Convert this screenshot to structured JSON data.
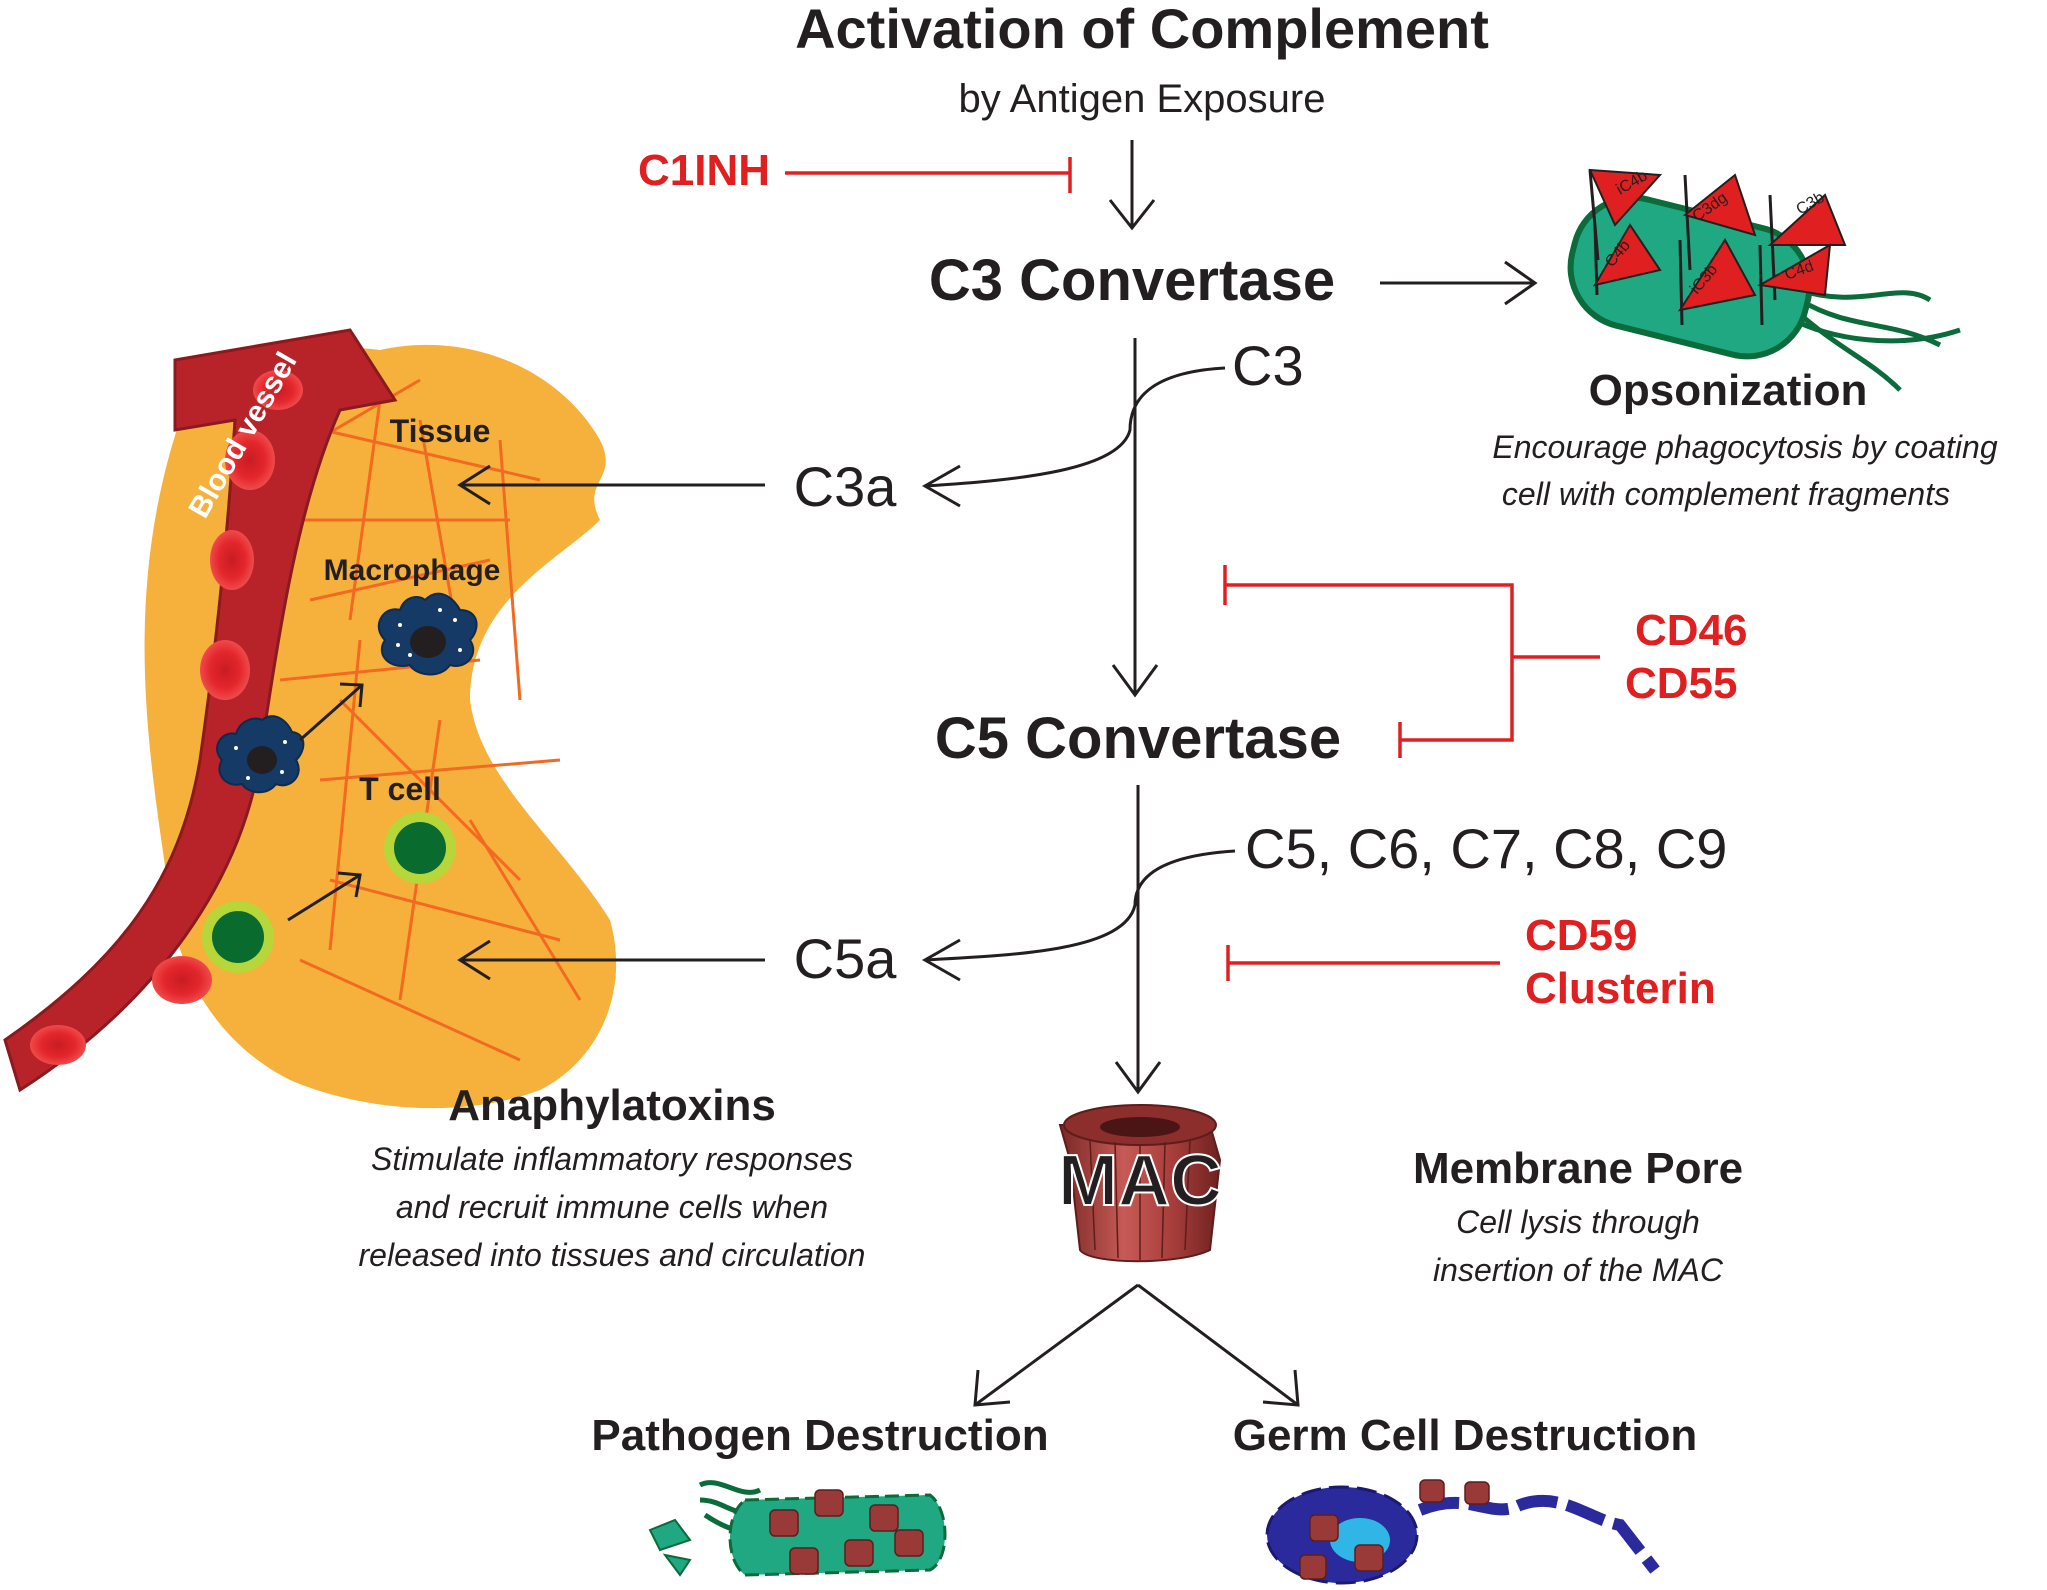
{
  "title": "Activation of Complement",
  "subtitle": "by Antigen Exposure",
  "inhibitors": {
    "c1inh": "C1INH",
    "cd46": "CD46",
    "cd55": "CD55",
    "cd59": "CD59",
    "clusterin": "Clusterin"
  },
  "nodes": {
    "c3_convertase": "C3 Convertase",
    "c5_convertase": "C5 Convertase",
    "c3": "C3",
    "c3a": "C3a",
    "c5_c9": "C5, C6, C7, C8, C9",
    "c5a": "C5a",
    "mac": "MAC"
  },
  "opsonization": {
    "title": "Opsonization",
    "line1": "Encourage phagocytosis by coating",
    "line2": "cell with complement fragments",
    "fragments": [
      "iC4b",
      "C3dg",
      "C3b",
      "C4b",
      "iC3b",
      "C4d"
    ]
  },
  "tissue_panel": {
    "blood_vessel": "Blood vessel",
    "tissue": "Tissue",
    "macrophage": "Macrophage",
    "t_cell": "T cell"
  },
  "anaphylatoxins": {
    "title": "Anaphylatoxins",
    "line1": "Stimulate inflammatory responses",
    "line2": "and recruit immune cells when",
    "line3": "released into tissues and circulation"
  },
  "membrane_pore": {
    "title": "Membrane Pore",
    "line1": "Cell lysis through",
    "line2": "insertion of the MAC"
  },
  "outcomes": {
    "pathogen": "Pathogen Destruction",
    "germ_cell": "Germ Cell Destruction"
  },
  "colors": {
    "inhibitor_red": "#e02020",
    "text_dark": "#231f20",
    "tissue_orange": "#f6b13c",
    "vessel_red": "#b8232a",
    "bacterium_teal": "#1fa882",
    "bacterium_dark_green": "#0b6b3a",
    "t_cell_green": "#0a6b2e",
    "macrophage_blue": "#163a66",
    "mac_pore": "#9a3a38",
    "germ_blue": "#2a2a9c"
  }
}
